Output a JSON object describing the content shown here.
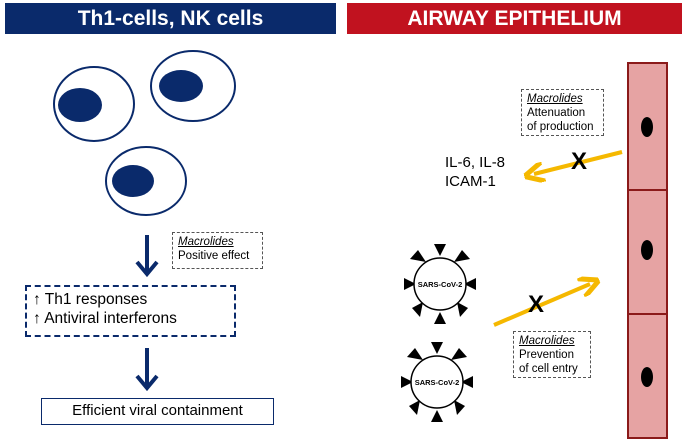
{
  "left_panel": {
    "title": "Th1-cells, NK cells",
    "macrolide_box": {
      "title": "Macrolides",
      "text": "Positive effect"
    },
    "responses": [
      "↑ Th1 responses",
      "↑ Antiviral interferons"
    ],
    "outcome": "Efficient viral containment"
  },
  "right_panel": {
    "title": "AIRWAY EPITHELIUM",
    "macrolide_top": {
      "title": "Macrolides",
      "lines": [
        "Attenuation",
        "of production"
      ]
    },
    "cytokines": [
      "IL-6, IL-8",
      "ICAM-1"
    ],
    "blocked_mark": "X",
    "virus_label": "SARS-CoV-2",
    "macrolide_bottom": {
      "title": "Macrolides",
      "lines": [
        "Prevention",
        "of cell entry"
      ]
    }
  },
  "colors": {
    "navy": "#0a2a6b",
    "red": "#c1121f",
    "arrow_yellow": "#f5b800",
    "cell_pink": "#e6a3a3",
    "cell_border": "#8b1a1a"
  }
}
